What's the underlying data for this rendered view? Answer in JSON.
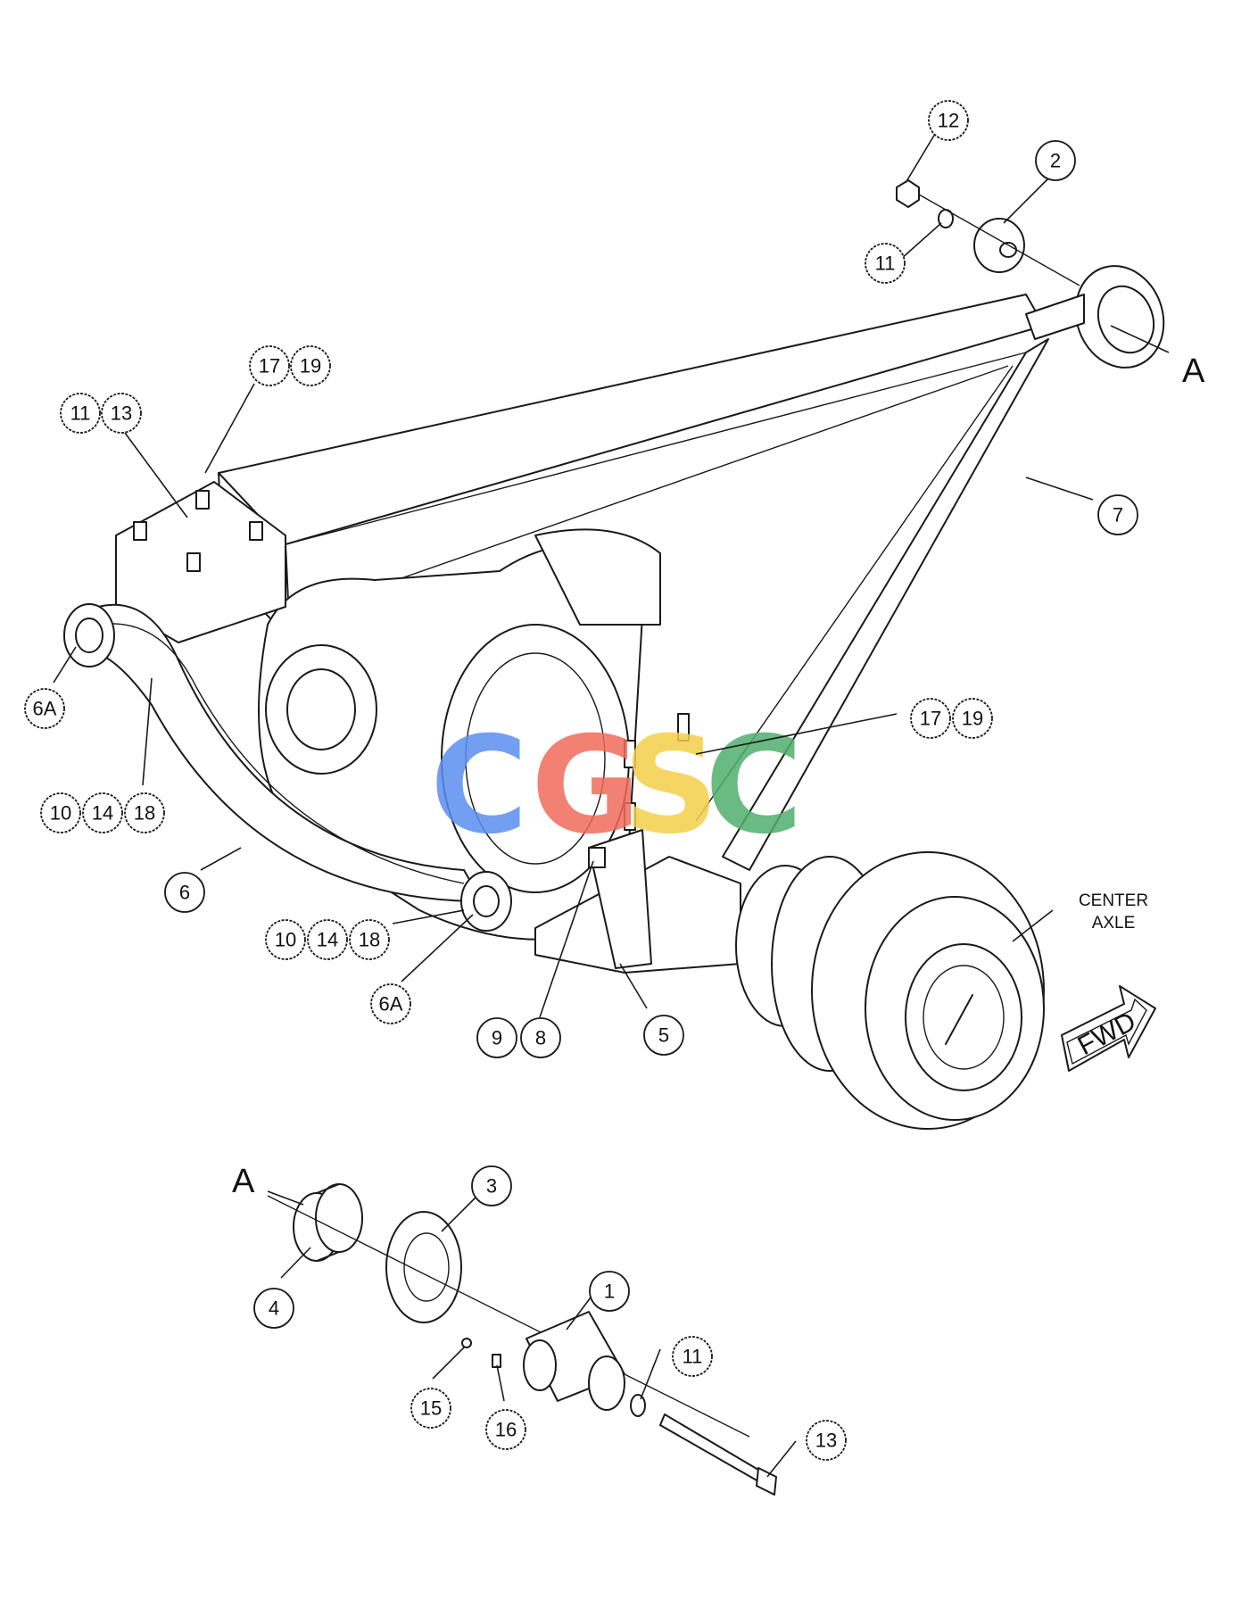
{
  "diagram": {
    "callouts": {
      "c1": "1",
      "c2": "2",
      "c3": "3",
      "c4": "4",
      "c5": "5",
      "c6": "6",
      "c7": "7",
      "c8": "8",
      "c9": "9",
      "c6a_a": "6A",
      "c6a_b": "6A",
      "c10_a": "10",
      "c14_a": "14",
      "c18_a": "18",
      "c10_b": "10",
      "c14_b": "14",
      "c18_b": "18",
      "c11_a": "11",
      "c13_a": "13",
      "c11_b": "11",
      "c12": "12",
      "c11_c": "11",
      "c13_b": "13",
      "c15": "15",
      "c16": "16",
      "c17_a": "17",
      "c19_a": "19",
      "c17_b": "17",
      "c19_b": "19"
    },
    "view_labels": {
      "a_top": "A",
      "a_detail": "A"
    },
    "center_axle": {
      "line1": "CENTER",
      "line2": "AXLE"
    },
    "fwd_arrow": "FWD",
    "watermark": {
      "letters": [
        "C",
        "G",
        "S",
        "C"
      ],
      "colors": [
        "#5b8ff0",
        "#f06b5b",
        "#f4d04a",
        "#4fae6e"
      ]
    }
  }
}
